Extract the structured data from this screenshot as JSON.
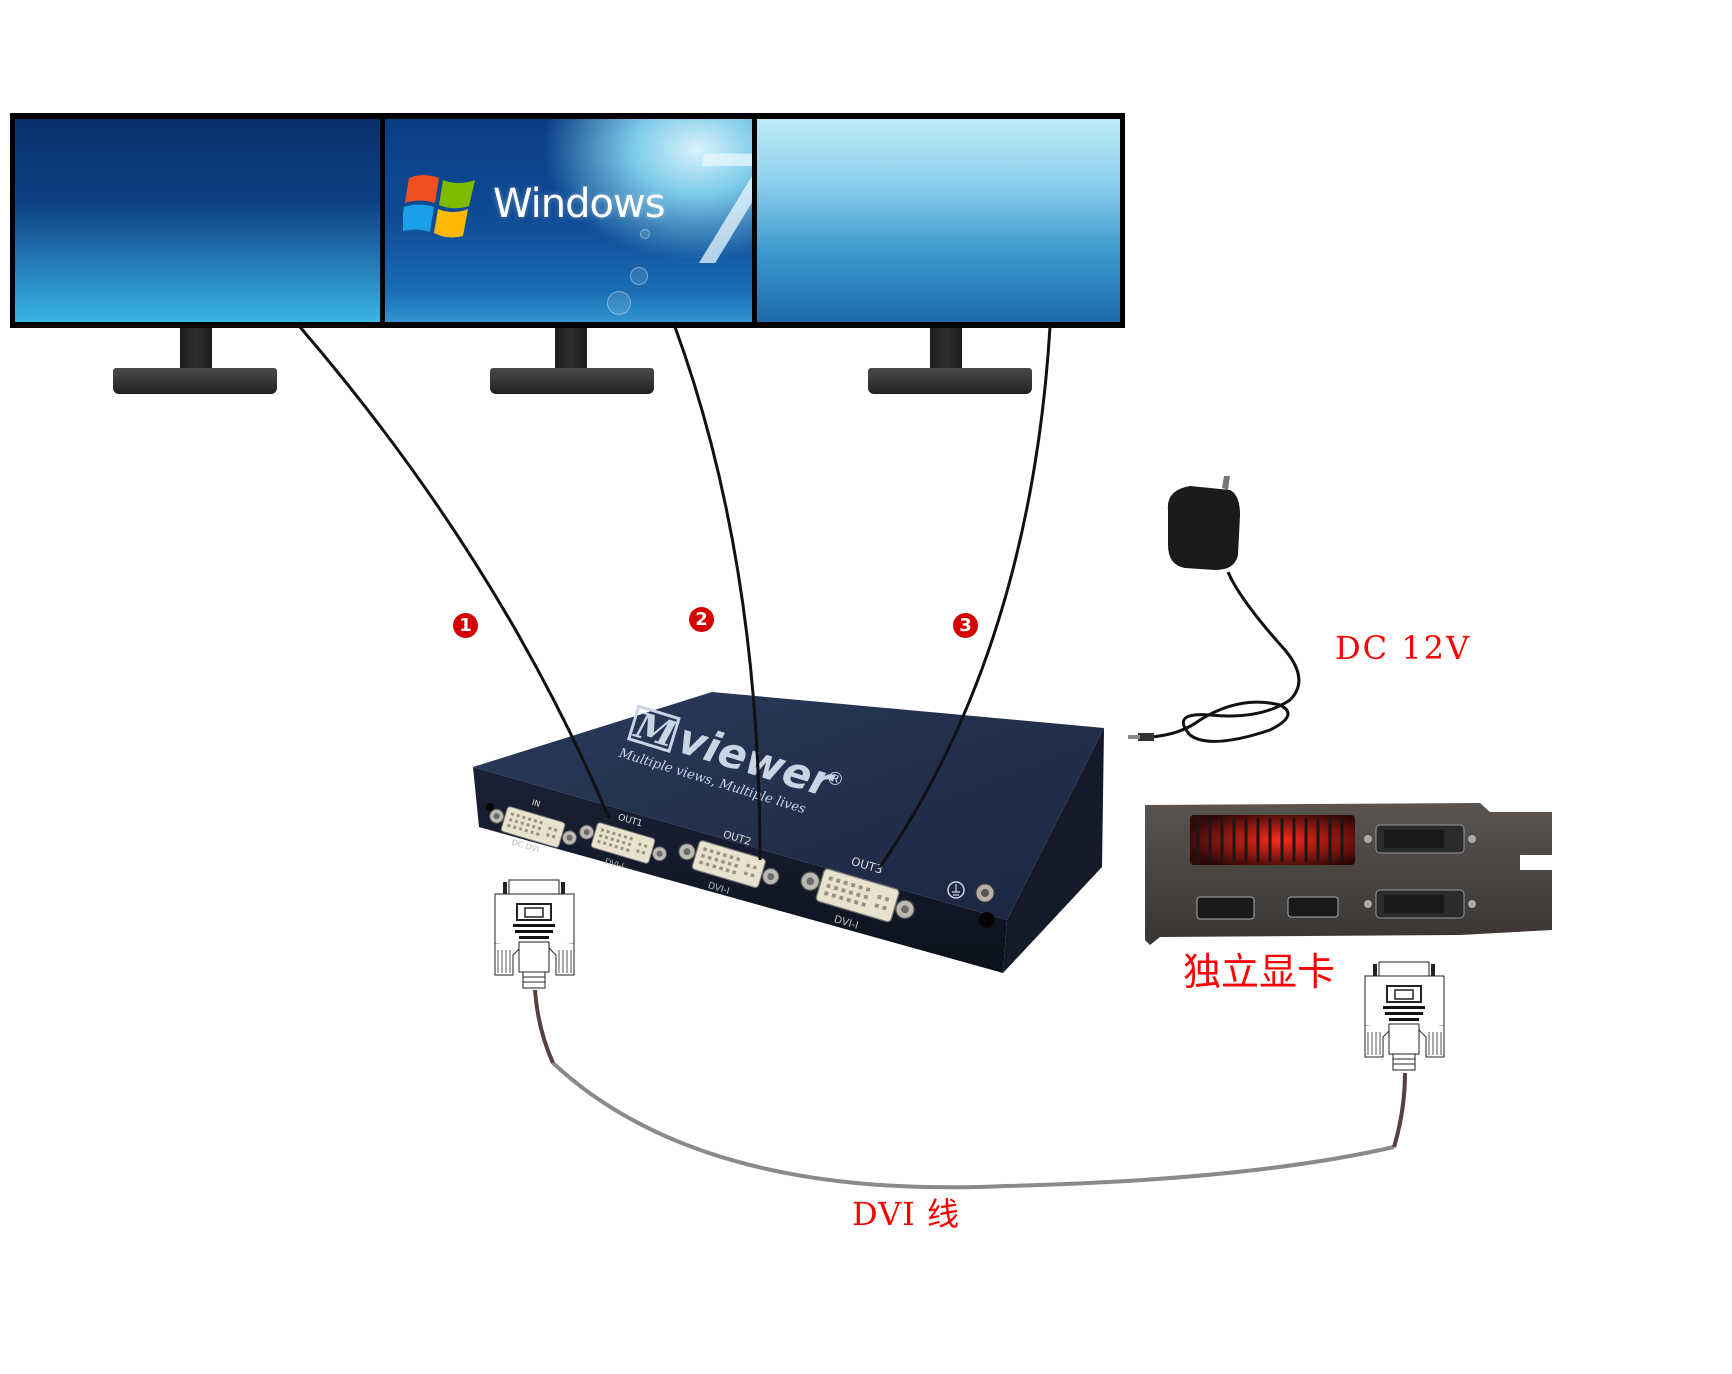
{
  "diagram": {
    "title": "Mviewer 1-in-3-out DVI video wall connection diagram",
    "monitors": [
      {
        "id": 1,
        "screen": "left",
        "content": ""
      },
      {
        "id": 2,
        "screen": "middle",
        "content": "Windows 7"
      },
      {
        "id": 3,
        "screen": "right",
        "content": ""
      }
    ],
    "screen_logo": {
      "brand_text": "Windows",
      "version_text": "7"
    },
    "cable_badges": [
      "1",
      "2",
      "3"
    ],
    "device": {
      "brand": "Mviewer",
      "brand_mark": "M",
      "brand_rest": "viewer",
      "registered": "®",
      "tagline": "Multiple views, Multiple lives",
      "ports": [
        {
          "label": "IN",
          "sublabel": "DC DVI"
        },
        {
          "label": "OUT1",
          "sublabel": "DVI-I"
        },
        {
          "label": "OUT2",
          "sublabel": "DVI-I"
        },
        {
          "label": "OUT3",
          "sublabel": "DVI-I"
        }
      ],
      "power_port_icon": "ground-symbol"
    },
    "labels": {
      "power": "DC 12V",
      "graphics_card": "独立显卡",
      "cable": "DVI 线"
    },
    "colors": {
      "label_red": "#ff0000",
      "badge_red": "#d40000",
      "device_body": "#1e2a44",
      "cable": "#111111",
      "dvi_cable": "#8a8a8a"
    }
  }
}
